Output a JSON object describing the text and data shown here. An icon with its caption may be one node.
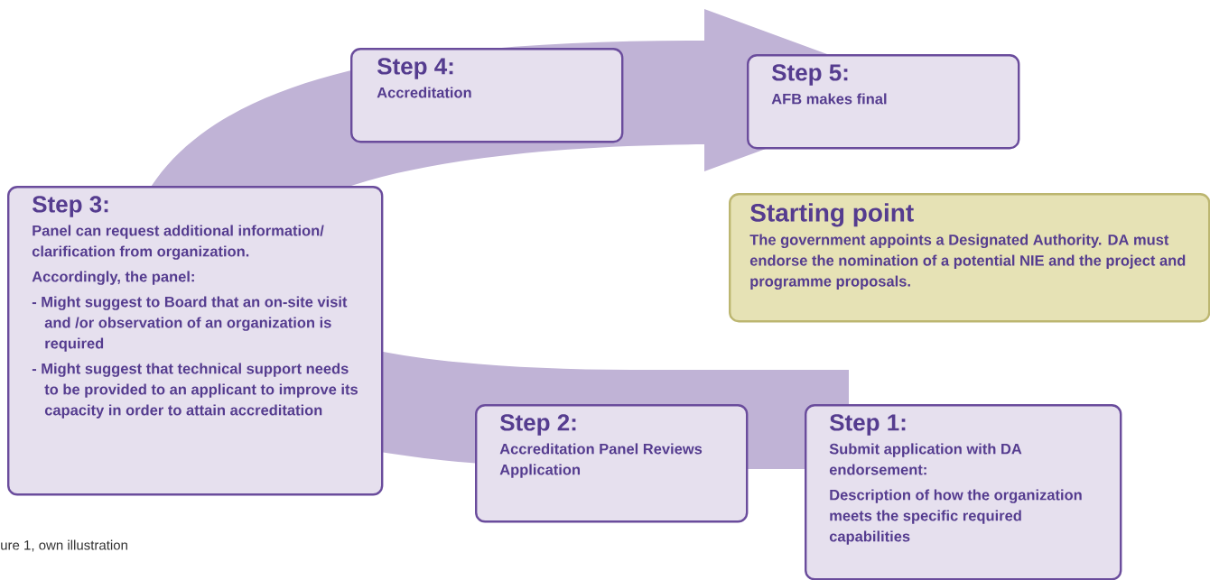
{
  "diagram": {
    "caption": "ure 1, own illustration",
    "nodes": [
      {
        "text": [
          "Step 4:",
          "Accreditation"
        ]
      },
      {
        "text": [
          "Step 5:",
          "AFB makes final"
        ]
      },
      {
        "text": [
          "Step 3:",
          "Panel can request additional information/ clarification from organization.",
          "Accordingly, the panel:",
          "- Might suggest to Board that an on-site visit and /or observation of an organization is required",
          "- Might suggest that technical support needs to be provided to an applicant to improve its capacity in order to attain accreditation"
        ]
      },
      {
        "text": [
          "Starting point",
          "The government appoints a Designated Authority. DA must endorse the nomination of a potential NIE and the project and programme proposals."
        ]
      },
      {
        "text": [
          "Step 2:",
          "Accreditation Panel Reviews Application"
        ]
      },
      {
        "text": [
          "Step 1:",
          "Submit application with DA endorsement:",
          "Description of how the organization meets the specific required capabilities"
        ]
      }
    ]
  }
}
